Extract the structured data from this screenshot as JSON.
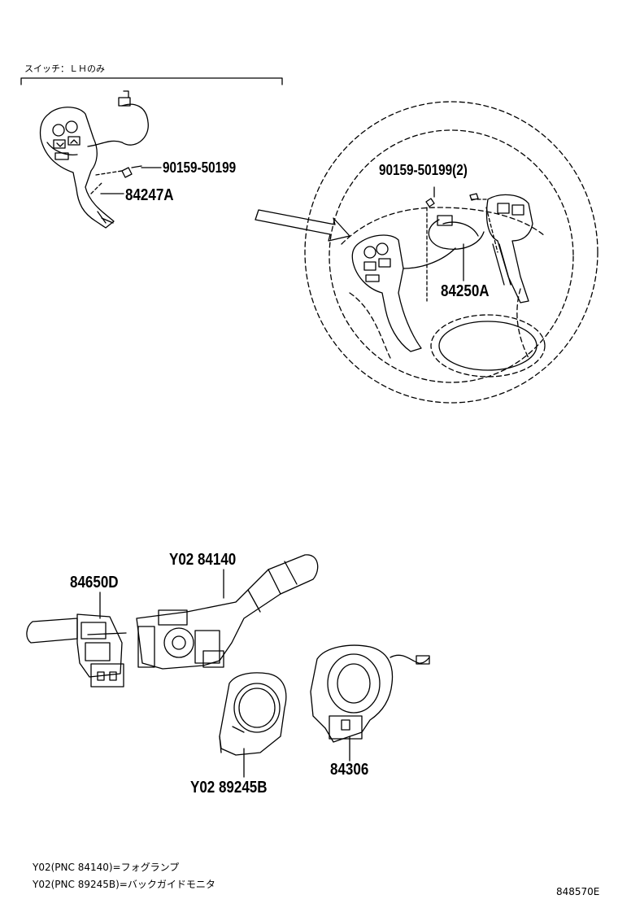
{
  "header": {
    "lh_note": "スイッチ：ＬＨのみ"
  },
  "labels": {
    "bolt_small": "90159-50199",
    "switch_lh": "84247A",
    "bolt_wheel": "90159-50199(2)",
    "switch_rh": "84250A",
    "wiper_switch": "84650D",
    "headlamp_switch": "Y02 84140",
    "spiral_cable": "84306",
    "sensor": "Y02  89245B"
  },
  "footnotes": [
    "Y02(PNC 84140)=フォグランプ",
    "Y02(PNC 89245B)=バックガイドモニタ"
  ],
  "diagram_id": "848570E"
}
